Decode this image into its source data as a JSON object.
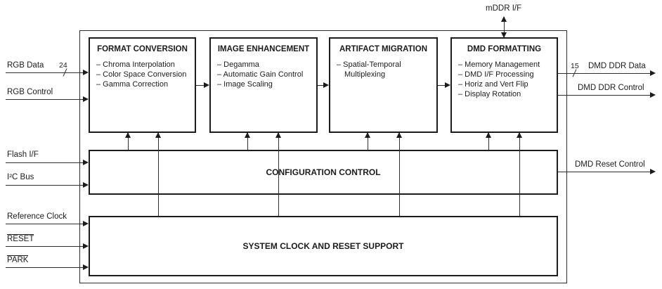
{
  "mddr": {
    "label": "mDDR I/F"
  },
  "inputs": {
    "rgb_data": {
      "label": "RGB Data",
      "bus_width": "24"
    },
    "rgb_control": {
      "label": "RGB Control"
    },
    "flash_if": {
      "label": "Flash I/F"
    },
    "i2c_bus": {
      "label": "I²C Bus"
    },
    "reference_clock": {
      "label": "Reference Clock"
    },
    "reset": {
      "label": "RESET"
    },
    "park": {
      "label": "PARK"
    }
  },
  "outputs": {
    "dmd_ddr_data": {
      "label": "DMD DDR Data",
      "bus_width": "15"
    },
    "dmd_ddr_control": {
      "label": "DMD DDR Control"
    },
    "dmd_reset_control": {
      "label": "DMD Reset Control"
    }
  },
  "blocks": [
    {
      "title": "FORMAT CONVERSION",
      "items": [
        "– Chroma Interpolation",
        "– Color Space Conversion",
        "– Gamma Correction"
      ]
    },
    {
      "title": "IMAGE ENHANCEMENT",
      "items": [
        "– Degamma",
        "– Automatic Gain Control",
        "– Image Scaling"
      ]
    },
    {
      "title": "ARTIFACT MIGRATION",
      "items": [
        "– Spatial-Temporal Multiplexing"
      ]
    },
    {
      "title": "DMD FORMATTING",
      "items": [
        "– Memory Management",
        "– DMD I/F Processing",
        "– Horiz and Vert Flip",
        "– Display Rotation"
      ]
    }
  ],
  "bars": {
    "configuration": {
      "title": "CONFIGURATION CONTROL"
    },
    "system": {
      "title": "SYSTEM CLOCK AND RESET SUPPORT"
    }
  },
  "colors": {
    "line": "#2e2e2e",
    "text": "#1c1c1c",
    "background": "#ffffff"
  }
}
